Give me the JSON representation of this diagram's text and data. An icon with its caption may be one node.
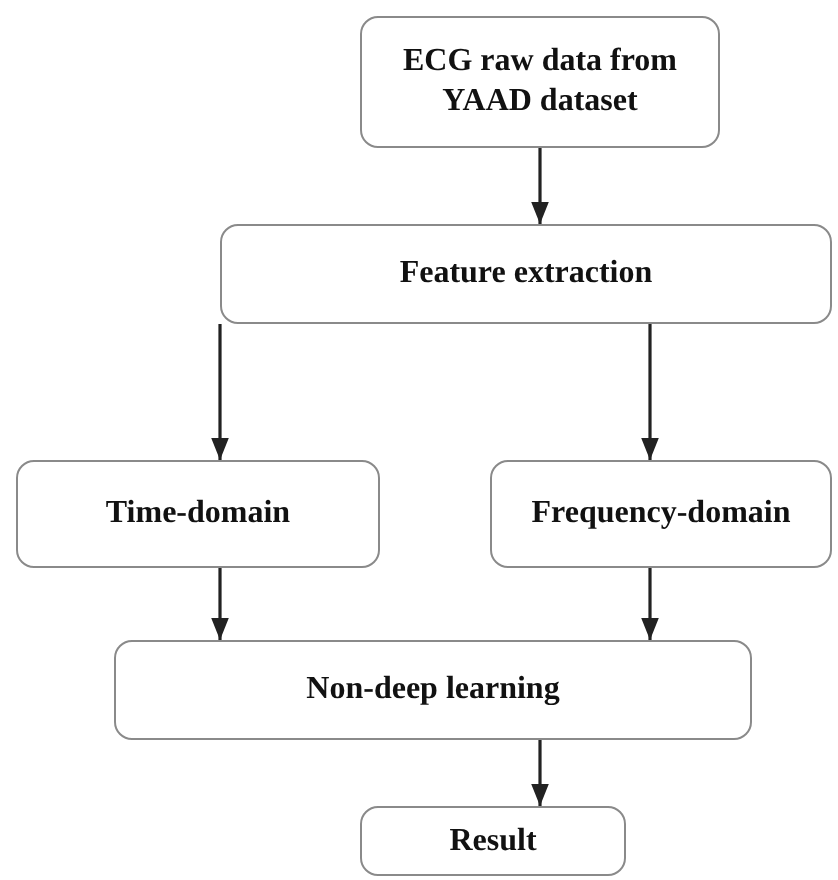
{
  "diagram": {
    "nodes": [
      {
        "text": [
          "ECG raw data from YAAD dataset"
        ]
      },
      {
        "text": [
          "Feature extraction"
        ]
      },
      {
        "text": [
          "Time-domain"
        ]
      },
      {
        "text": [
          "Frequency-domain"
        ]
      },
      {
        "text": [
          "Non-deep learning"
        ]
      },
      {
        "text": [
          "Result"
        ]
      }
    ],
    "edges": [
      {
        "from": 0,
        "to": 1,
        "arrow": "to"
      },
      {
        "from": 1,
        "to": 2,
        "arrow": "to"
      },
      {
        "from": 1,
        "to": 3,
        "arrow": "to"
      },
      {
        "from": 2,
        "to": 4,
        "arrow": "to"
      },
      {
        "from": 3,
        "to": 4,
        "arrow": "to"
      },
      {
        "from": 4,
        "to": 5,
        "arrow": "to"
      }
    ]
  }
}
